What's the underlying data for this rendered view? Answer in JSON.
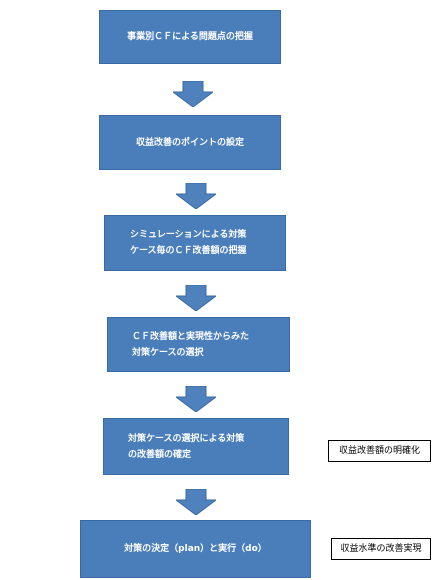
{
  "flow": {
    "steps": [
      {
        "label": "事業別ＣＦによる問題点の把握"
      },
      {
        "label": "収益改善のポイントの設定"
      },
      {
        "label": "シミュレーションによる対策\nケース毎のＣＦ改善額の把握"
      },
      {
        "label": "ＣＦ改善額と実現性からみた\n対策ケースの選択"
      },
      {
        "label": "対策ケースの選択による対策\nの改善額の確定"
      },
      {
        "label": "対策の決定（plan）と実行（do）"
      }
    ]
  },
  "notes": [
    {
      "label": "収益改善額の明確化"
    },
    {
      "label": "収益水準の改善実現"
    }
  ],
  "colors": {
    "box_fill": "#4a7ebb",
    "box_border": "#3a6aa4",
    "arrow_fill": "#4f81bd",
    "text": "#ffffff"
  }
}
